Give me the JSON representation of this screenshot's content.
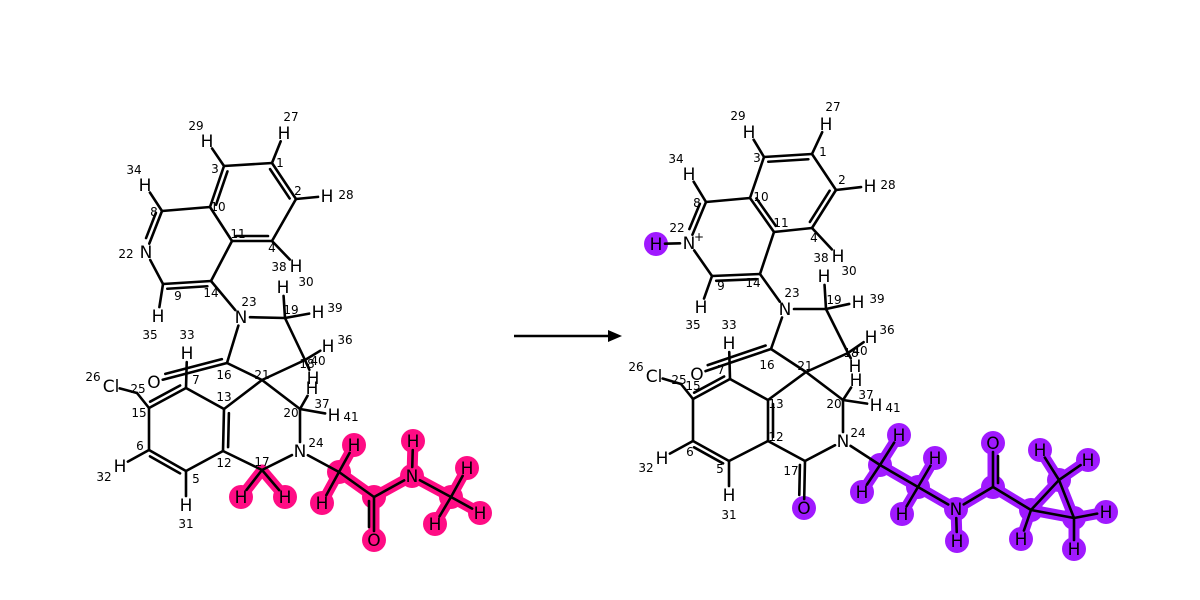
{
  "colors": {
    "reactant_highlight": "#ff0c84",
    "product_highlight": "#a019ff",
    "bond": "#000000",
    "text": "#000000"
  },
  "arrow": {
    "direction": "right"
  },
  "reactant": {
    "atoms": [
      {
        "id": "a1",
        "el": "",
        "idx": "1"
      },
      {
        "id": "a2",
        "el": "",
        "idx": "2"
      },
      {
        "id": "a3",
        "el": "",
        "idx": "3"
      },
      {
        "id": "a4",
        "el": "",
        "idx": "4"
      },
      {
        "id": "a5",
        "el": "",
        "idx": "5"
      },
      {
        "id": "a6",
        "el": "",
        "idx": "6"
      },
      {
        "id": "a7",
        "el": "",
        "idx": "7"
      },
      {
        "id": "a8",
        "el": "",
        "idx": "8"
      },
      {
        "id": "a9",
        "el": "",
        "idx": "9"
      },
      {
        "id": "a10",
        "el": "",
        "idx": "10"
      },
      {
        "id": "a11",
        "el": "",
        "idx": "11"
      },
      {
        "id": "a12",
        "el": "",
        "idx": "12"
      },
      {
        "id": "a13",
        "el": "",
        "idx": "13"
      },
      {
        "id": "a14",
        "el": "",
        "idx": "14"
      },
      {
        "id": "a15",
        "el": "",
        "idx": "15"
      },
      {
        "id": "a16",
        "el": "",
        "idx": "16"
      },
      {
        "id": "a17",
        "el": "",
        "idx": "17"
      },
      {
        "id": "a18",
        "el": "",
        "idx": "18"
      },
      {
        "id": "a19",
        "el": "",
        "idx": "19"
      },
      {
        "id": "a20",
        "el": "",
        "idx": "20"
      },
      {
        "id": "a21",
        "el": "",
        "idx": "21"
      },
      {
        "id": "a22",
        "el": "N",
        "idx": "22"
      },
      {
        "id": "a23",
        "el": "N",
        "idx": "23"
      },
      {
        "id": "a24",
        "el": "N",
        "idx": "24"
      },
      {
        "id": "a25",
        "el": "",
        "idx": "25"
      },
      {
        "id": "a26",
        "el": "Cl",
        "idx": "26"
      },
      {
        "id": "h27",
        "el": "H",
        "idx": "27"
      },
      {
        "id": "h28",
        "el": "H",
        "idx": "28"
      },
      {
        "id": "h29",
        "el": "H",
        "idx": "29"
      },
      {
        "id": "h30",
        "el": "H",
        "idx": "30"
      },
      {
        "id": "h31",
        "el": "H",
        "idx": "31"
      },
      {
        "id": "h32",
        "el": "H",
        "idx": "32"
      },
      {
        "id": "h33",
        "el": "H",
        "idx": "33"
      },
      {
        "id": "h34",
        "el": "H",
        "idx": "34"
      },
      {
        "id": "h35",
        "el": "H",
        "idx": "35"
      },
      {
        "id": "h36",
        "el": "H",
        "idx": "36"
      },
      {
        "id": "h37",
        "el": "H",
        "idx": "37"
      },
      {
        "id": "h38",
        "el": "H",
        "idx": "38"
      },
      {
        "id": "h39",
        "el": "H",
        "idx": "39"
      },
      {
        "id": "h40",
        "el": "H",
        "idx": "40"
      },
      {
        "id": "h41",
        "el": "H",
        "idx": "41"
      },
      {
        "id": "o16",
        "el": "O",
        "idx": ""
      },
      {
        "id": "hl1",
        "el": "H",
        "idx": ""
      },
      {
        "id": "hl2",
        "el": "H",
        "idx": ""
      },
      {
        "id": "c_rc1",
        "el": "",
        "idx": ""
      },
      {
        "id": "h_rc1a",
        "el": "H",
        "idx": ""
      },
      {
        "id": "h_rc1b",
        "el": "H",
        "idx": ""
      },
      {
        "id": "c_rc2",
        "el": "",
        "idx": ""
      },
      {
        "id": "o_rc",
        "el": "O",
        "idx": ""
      },
      {
        "id": "n_rn",
        "el": "N",
        "idx": ""
      },
      {
        "id": "h_rn",
        "el": "H",
        "idx": ""
      },
      {
        "id": "c_rc3",
        "el": "",
        "idx": ""
      },
      {
        "id": "h_rc3a",
        "el": "H",
        "idx": ""
      },
      {
        "id": "h_rc3b",
        "el": "H",
        "idx": ""
      },
      {
        "id": "h_rc3c",
        "el": "H",
        "idx": ""
      }
    ]
  },
  "product": {
    "atoms": [
      {
        "id": "p1",
        "el": "",
        "idx": "1"
      },
      {
        "id": "p2",
        "el": "",
        "idx": "2"
      },
      {
        "id": "p3",
        "el": "",
        "idx": "3"
      },
      {
        "id": "p4",
        "el": "",
        "idx": "4"
      },
      {
        "id": "p5",
        "el": "",
        "idx": "5"
      },
      {
        "id": "p6",
        "el": "",
        "idx": "6"
      },
      {
        "id": "p7",
        "el": "",
        "idx": "7"
      },
      {
        "id": "p8",
        "el": "",
        "idx": "8"
      },
      {
        "id": "p9",
        "el": "",
        "idx": "9"
      },
      {
        "id": "p10",
        "el": "",
        "idx": "10"
      },
      {
        "id": "p11",
        "el": "",
        "idx": "11"
      },
      {
        "id": "p12",
        "el": "",
        "idx": "12"
      },
      {
        "id": "p13",
        "el": "",
        "idx": "13"
      },
      {
        "id": "p14",
        "el": "",
        "idx": "14"
      },
      {
        "id": "p15",
        "el": "",
        "idx": "15"
      },
      {
        "id": "p16",
        "el": "",
        "idx": "16"
      },
      {
        "id": "p17",
        "el": "",
        "idx": "17"
      },
      {
        "id": "p18",
        "el": "",
        "idx": "18"
      },
      {
        "id": "p19",
        "el": "",
        "idx": "19"
      },
      {
        "id": "p20",
        "el": "",
        "idx": "20"
      },
      {
        "id": "p21",
        "el": "",
        "idx": "21"
      },
      {
        "id": "p22",
        "el": "N+",
        "idx": "22"
      },
      {
        "id": "p23",
        "el": "N",
        "idx": "23"
      },
      {
        "id": "p24",
        "el": "N",
        "idx": "24"
      },
      {
        "id": "p25",
        "el": "",
        "idx": "25"
      },
      {
        "id": "p26",
        "el": "Cl",
        "idx": "26"
      },
      {
        "id": "q27",
        "el": "H",
        "idx": "27"
      },
      {
        "id": "q28",
        "el": "H",
        "idx": "28"
      },
      {
        "id": "q29",
        "el": "H",
        "idx": "29"
      },
      {
        "id": "q30",
        "el": "H",
        "idx": "30"
      },
      {
        "id": "q31",
        "el": "H",
        "idx": "31"
      },
      {
        "id": "q32",
        "el": "H",
        "idx": "32"
      },
      {
        "id": "q33",
        "el": "H",
        "idx": "33"
      },
      {
        "id": "q34",
        "el": "H",
        "idx": "34"
      },
      {
        "id": "q35",
        "el": "H",
        "idx": "35"
      },
      {
        "id": "q36",
        "el": "H",
        "idx": "36"
      },
      {
        "id": "q37",
        "el": "H",
        "idx": "37"
      },
      {
        "id": "q38",
        "el": "H",
        "idx": "38"
      },
      {
        "id": "q39",
        "el": "H",
        "idx": "39"
      },
      {
        "id": "q40",
        "el": "H",
        "idx": "40"
      },
      {
        "id": "q41",
        "el": "H",
        "idx": "41"
      },
      {
        "id": "po16",
        "el": "O",
        "idx": ""
      },
      {
        "id": "po17",
        "el": "O",
        "idx": ""
      },
      {
        "id": "pHN",
        "el": "H",
        "idx": ""
      },
      {
        "id": "pc1",
        "el": "",
        "idx": ""
      },
      {
        "id": "ph1a",
        "el": "H",
        "idx": ""
      },
      {
        "id": "ph1b",
        "el": "H",
        "idx": ""
      },
      {
        "id": "pc2",
        "el": "",
        "idx": ""
      },
      {
        "id": "ph2a",
        "el": "H",
        "idx": ""
      },
      {
        "id": "ph2b",
        "el": "H",
        "idx": ""
      },
      {
        "id": "pn",
        "el": "N",
        "idx": ""
      },
      {
        "id": "phn",
        "el": "H",
        "idx": ""
      },
      {
        "id": "pc3",
        "el": "",
        "idx": ""
      },
      {
        "id": "po3",
        "el": "O",
        "idx": ""
      },
      {
        "id": "pc4",
        "el": "",
        "idx": ""
      },
      {
        "id": "ph4",
        "el": "H",
        "idx": ""
      },
      {
        "id": "pc5",
        "el": "",
        "idx": ""
      },
      {
        "id": "ph5a",
        "el": "H",
        "idx": ""
      },
      {
        "id": "ph5b",
        "el": "H",
        "idx": ""
      },
      {
        "id": "pc6",
        "el": "",
        "idx": ""
      },
      {
        "id": "ph6a",
        "el": "H",
        "idx": ""
      },
      {
        "id": "ph6b",
        "el": "H",
        "idx": ""
      }
    ]
  }
}
